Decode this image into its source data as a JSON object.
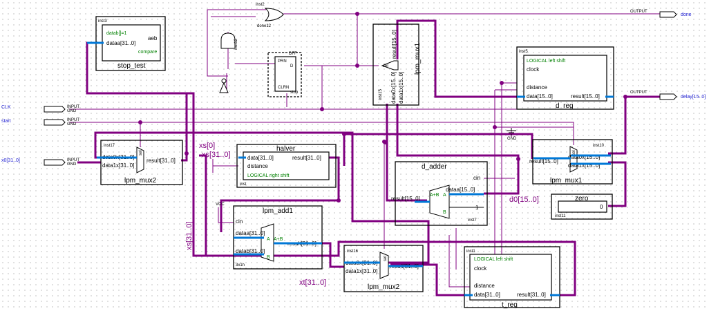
{
  "blocks": {
    "stop_test": {
      "inst": "inst3",
      "name": "stop_test",
      "pins": [
        "datab[]=1",
        "dataa[31..0]",
        "aeb"
      ],
      "note": "compare"
    },
    "or_gate": {
      "inst": "inst2",
      "out": "done12"
    },
    "and_gate": {
      "inst": "inst12"
    },
    "dff": {
      "inst": "DFF",
      "pins": [
        "PRN",
        "D",
        "CLRN",
        "Q"
      ],
      "label": "stop"
    },
    "lpm_mux1_top": {
      "inst": "inst15",
      "name": "lpm_mux1",
      "pins": [
        "sel",
        "result[15..0]",
        "data0x[15..0]",
        "data1x[15..0]"
      ]
    },
    "d_reg": {
      "inst": "inst5",
      "name": "d_reg",
      "note": "LOGICAL left shift",
      "pins": [
        "clock",
        "distance",
        "data[15..0]",
        "result[15..0]"
      ]
    },
    "lpm_mux2_left": {
      "inst": "inst17",
      "name": "lpm_mux2",
      "pins": [
        "data0x[31..0]",
        "data1x[31..0]",
        "result[31..0]",
        "sel"
      ]
    },
    "halver": {
      "inst": "inst",
      "name": "halver",
      "note": "LOGICAL right shift",
      "pins": [
        "data[31..0]",
        "distance",
        "result[31..0]"
      ]
    },
    "d_adder": {
      "inst": "inst7",
      "name": "d_adder",
      "pins": [
        "cin",
        "dataa[15..0]",
        "result[15..0]",
        "A+B",
        "A",
        "B",
        "1"
      ]
    },
    "lpm_mux1_right": {
      "inst": "inst10",
      "name": "lpm_mux1",
      "pins": [
        "data0x[15..0]",
        "data1x[15..0]",
        "result[15..0]",
        "sel"
      ]
    },
    "zero": {
      "inst": "inst11",
      "name": "zero",
      "pins": [
        "0"
      ]
    },
    "lpm_add1": {
      "inst": "3x1h",
      "name": "lpm_add1",
      "pins": [
        "cin",
        "dataa[31..0]",
        "datab[31..0]",
        "result[31..0]",
        "A+B",
        "A",
        "B"
      ],
      "vcc": "VCC"
    },
    "lpm_mux2_mid": {
      "inst": "inst16",
      "name": "lpm_mux2",
      "pins": [
        "data0x[31..0]",
        "data1x[31..0]",
        "result[31..0]",
        "sel"
      ]
    },
    "t_reg": {
      "inst": "inst1",
      "name": "t_reg",
      "note": "LOGICAL left shift",
      "pins": [
        "clock",
        "distance",
        "data[31..0]",
        "result[31..0]"
      ]
    }
  },
  "io": {
    "clk": "CLK",
    "start": "start",
    "x0": "x0[31..0]",
    "input_tag": "INPUT",
    "input_sub": "GND",
    "output_tag": "OUTPUT",
    "done": "done",
    "delay": "delay[15..0]",
    "gnd": "GND"
  },
  "nets": {
    "xs0": "xs[0]",
    "xs": "xs[31..0]",
    "xs_vert": "xs[31..0]",
    "xt": "xt[31..0]",
    "d0": "d0[15..0]"
  },
  "colors": {
    "bus": "#800080",
    "blue_bus": "#0078d7",
    "green_text": "#008000"
  }
}
